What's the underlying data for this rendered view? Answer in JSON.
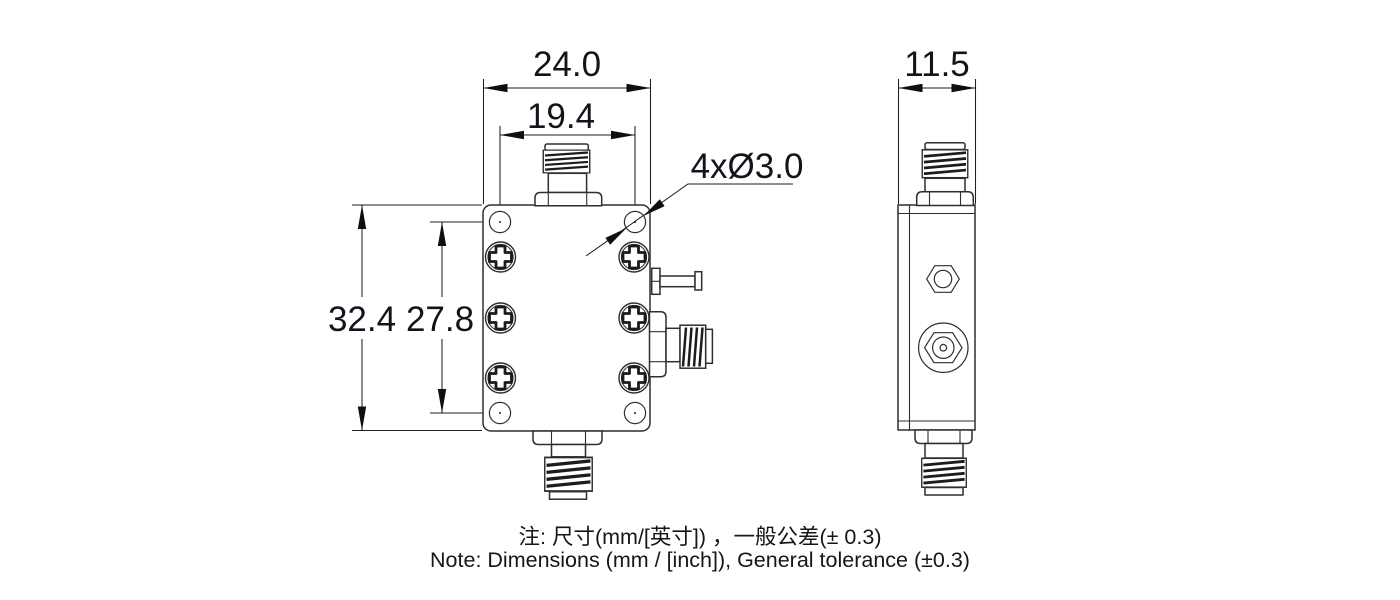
{
  "drawing": {
    "front_view": {
      "dim_width": "24.0",
      "dim_hole_spacing_h": "19.4",
      "dim_height": "32.4",
      "dim_hole_spacing_v": "27.8",
      "hole_callout": "4xØ3.0"
    },
    "side_view": {
      "dim_depth": "11.5"
    },
    "note": {
      "line1": "注: 尺寸(mm/[英寸]) ，一般公差(± 0.3)",
      "line2": "Note: Dimensions (mm / [inch]), General tolerance (±0.3)"
    },
    "colors": {
      "background": "#ffffff",
      "line": "#2e2e2e",
      "dim_text": "#13131c"
    }
  }
}
